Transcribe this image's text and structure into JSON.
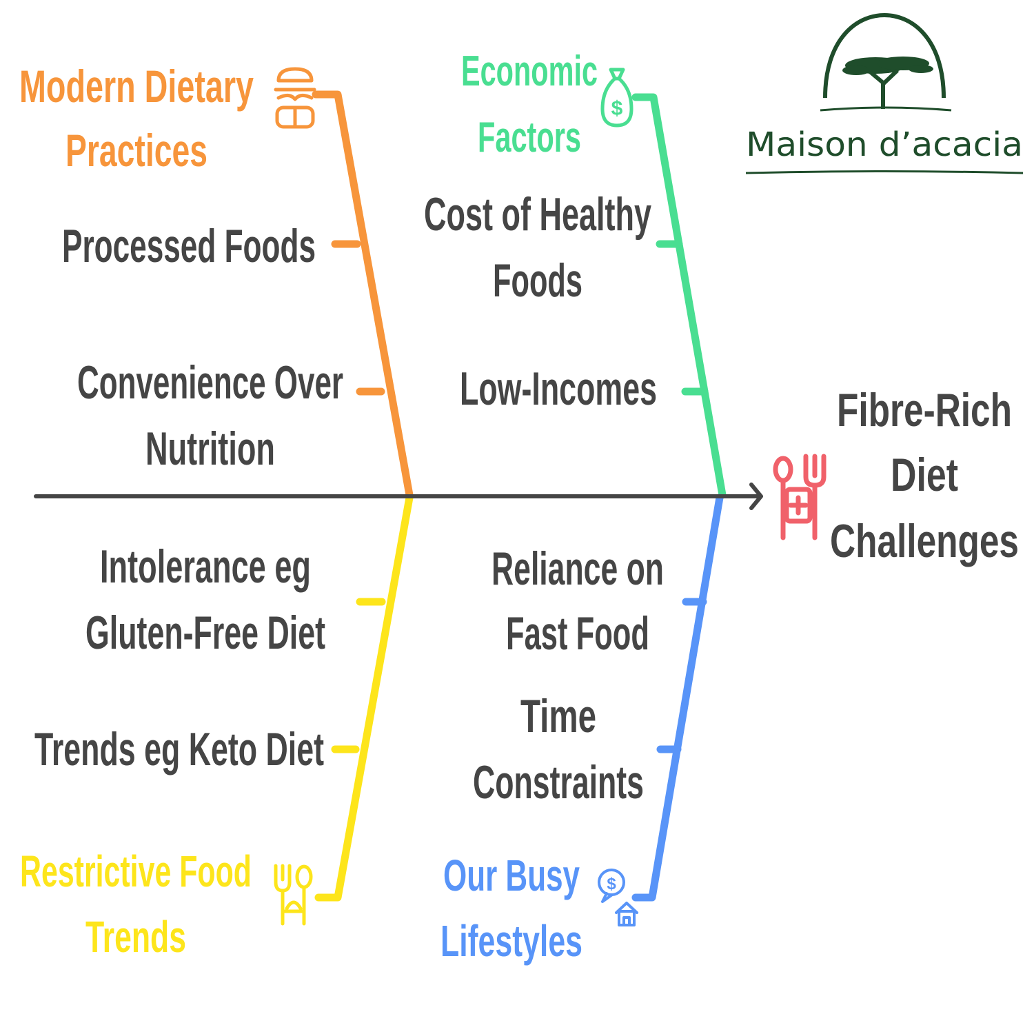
{
  "logo": {
    "name": "Maison d’acacia",
    "colors": {
      "primary": "#1f4d2b"
    }
  },
  "effect": {
    "lines": [
      "Fibre-Rich",
      "Diet",
      "Challenges"
    ],
    "icon": "cutlery-health-icon",
    "icon_color": "#f0616a"
  },
  "categories": [
    {
      "id": "modern-dietary-practices",
      "title_lines": [
        "Modern Dietary",
        "Practices"
      ],
      "color": "#f7953b",
      "icon": "burger-icon",
      "causes": [
        {
          "lines": [
            "Processed Foods"
          ]
        },
        {
          "lines": [
            "Convenience Over",
            "Nutrition"
          ]
        }
      ]
    },
    {
      "id": "economic-factors",
      "title_lines": [
        "Economic",
        "Factors"
      ],
      "color": "#49de91",
      "icon": "money-bag-icon",
      "causes": [
        {
          "lines": [
            "Cost of Healthy",
            "Foods"
          ]
        },
        {
          "lines": [
            "Low-Incomes"
          ]
        }
      ]
    },
    {
      "id": "restrictive-food-trends",
      "title_lines": [
        "Restrictive Food",
        "Trends"
      ],
      "color": "#fde51b",
      "icon": "restricted-food-icon",
      "causes": [
        {
          "lines": [
            "Intolerance eg",
            "Gluten-Free Diet"
          ]
        },
        {
          "lines": [
            "Trends eg Keto Diet"
          ]
        }
      ]
    },
    {
      "id": "our-busy-lifestyles",
      "title_lines": [
        "Our Busy",
        "Lifestyles"
      ],
      "color": "#5894f8",
      "icon": "money-home-icon",
      "causes": [
        {
          "lines": [
            "Reliance on",
            "Fast Food"
          ]
        },
        {
          "lines": [
            "Time",
            "Constraints"
          ]
        }
      ]
    }
  ],
  "text_color": "#454545",
  "spine_color": "#454545"
}
